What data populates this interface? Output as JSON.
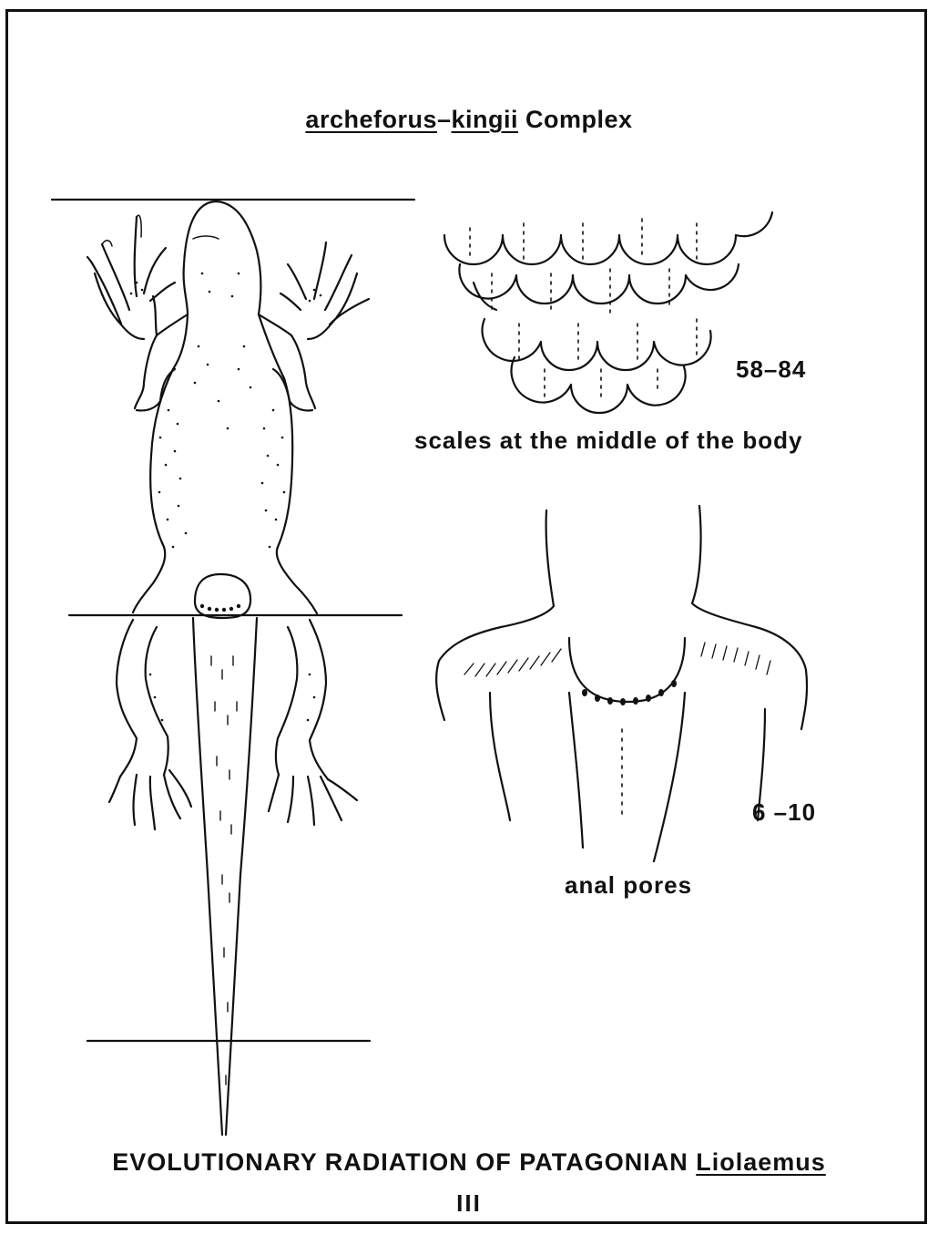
{
  "title": {
    "species_a": "archeforus",
    "dash": "–",
    "species_b": "kingii",
    "suffix": "Complex"
  },
  "scales": {
    "count": "58–84",
    "caption": "scales at the middle of the body"
  },
  "pores": {
    "count": "6 –10",
    "caption": "anal pores"
  },
  "footer": {
    "text": "EVOLUTIONARY RADIATION OF PATAGONIAN",
    "genus": "Liolaemus",
    "plate": "III"
  },
  "colors": {
    "ink": "#111111",
    "paper": "#ffffff"
  }
}
